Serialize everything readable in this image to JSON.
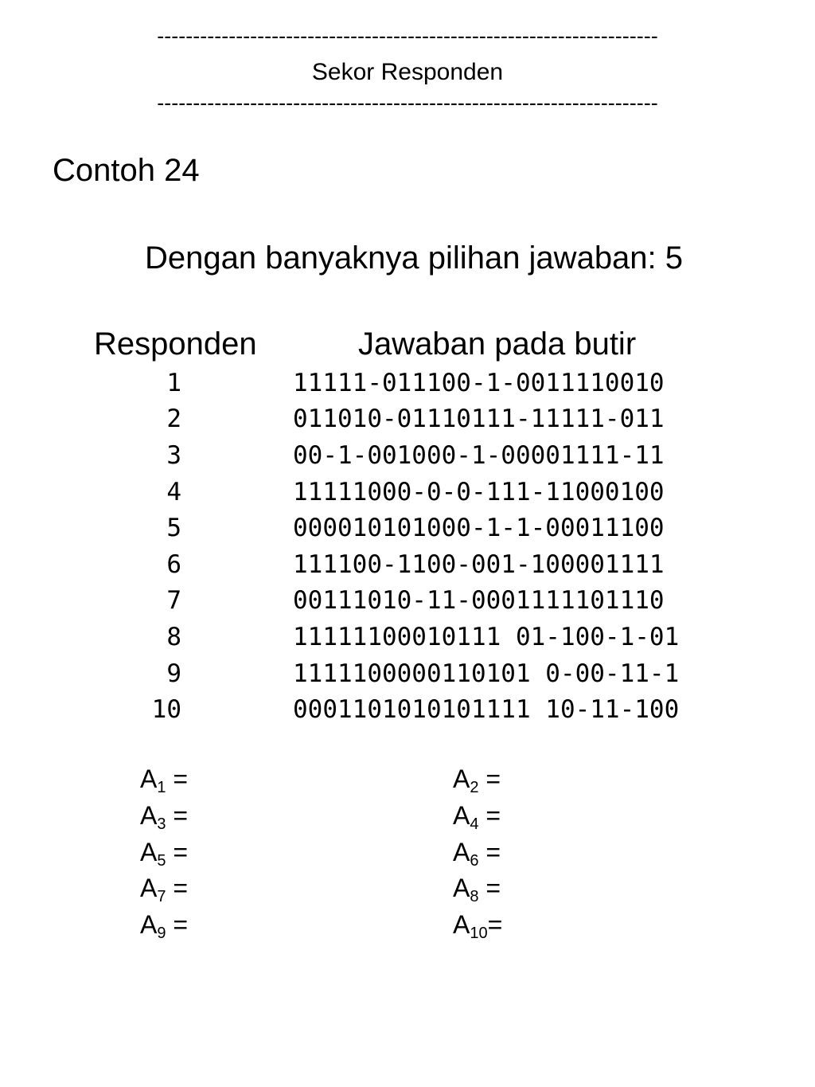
{
  "header": {
    "dashes": "----------------------------------------------------------------------",
    "title": "Sekor Responden"
  },
  "example": {
    "title": "Contoh 24",
    "choices_line": "Dengan banyaknya pilihan jawaban: 5"
  },
  "table": {
    "columns": [
      "Responden",
      "Jawaban pada butir"
    ],
    "rows": [
      {
        "num": "1",
        "answers": "11111-011100-1-0011110010"
      },
      {
        "num": "2",
        "answers": "011010-01110111-11111-011"
      },
      {
        "num": "3",
        "answers": "00-1-001000-1-00001111-11"
      },
      {
        "num": "4",
        "answers": "11111000-0-0-111-11000100"
      },
      {
        "num": "5",
        "answers": "000010101000-1-1-00011100"
      },
      {
        "num": "6",
        "answers": "111100-1100-001-100001111"
      },
      {
        "num": "7",
        "answers": "00111010-11-0001111101110"
      },
      {
        "num": "8",
        "answers": "11111100010111 01-100-1-01"
      },
      {
        "num": "9",
        "answers": "1111100000110101 0-00-11-1"
      },
      {
        "num": "10",
        "answers": "0001101010101111 10-11-100"
      }
    ]
  },
  "formulas": {
    "letter": "A",
    "items": [
      {
        "sub": "1",
        "suffix": " ="
      },
      {
        "sub": "2",
        "suffix": " ="
      },
      {
        "sub": "3",
        "suffix": " ="
      },
      {
        "sub": "4",
        "suffix": " ="
      },
      {
        "sub": "5",
        "suffix": " ="
      },
      {
        "sub": "6",
        "suffix": " ="
      },
      {
        "sub": "7",
        "suffix": " ="
      },
      {
        "sub": "8",
        "suffix": " ="
      },
      {
        "sub": "9",
        "suffix": " ="
      },
      {
        "sub": "10",
        "suffix": "="
      }
    ]
  }
}
